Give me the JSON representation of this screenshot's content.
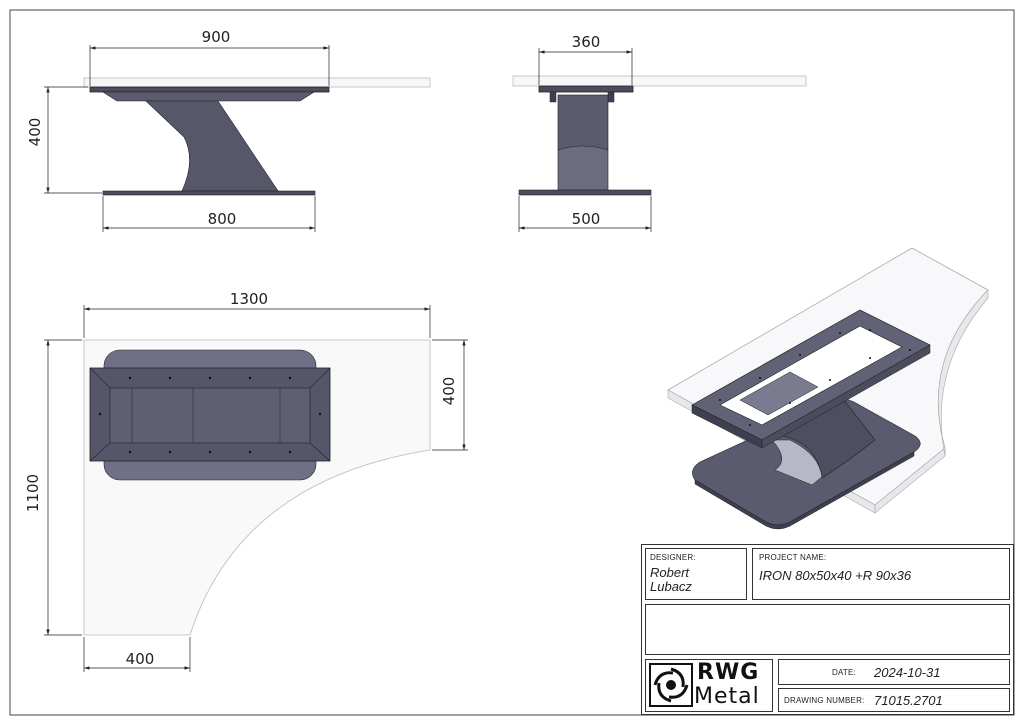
{
  "dimensions": {
    "front_top_width": "900",
    "front_height": "400",
    "front_base_width": "800",
    "side_top_width": "360",
    "side_base_width": "500",
    "plan_width": "1300",
    "plan_height": "1100",
    "plan_depth": "400",
    "plan_leg": "400"
  },
  "title_block": {
    "designer_label": "DESIGNER:",
    "designer_name": "Robert Lubacz",
    "project_label": "PROJECT NAME:",
    "project_name": "IRON 80x50x40 +R 90x36",
    "date_label": "DATE:",
    "date_value": "2024-10-31",
    "drawing_number_label": "DRAWING NUMBER:",
    "drawing_number_value": "71015.2701",
    "logo_line1": "RWG",
    "logo_line2": "Metal"
  },
  "colors": {
    "steel": "#5a5b6e",
    "steel_light": "#8e8fa4",
    "line": "#222222"
  }
}
